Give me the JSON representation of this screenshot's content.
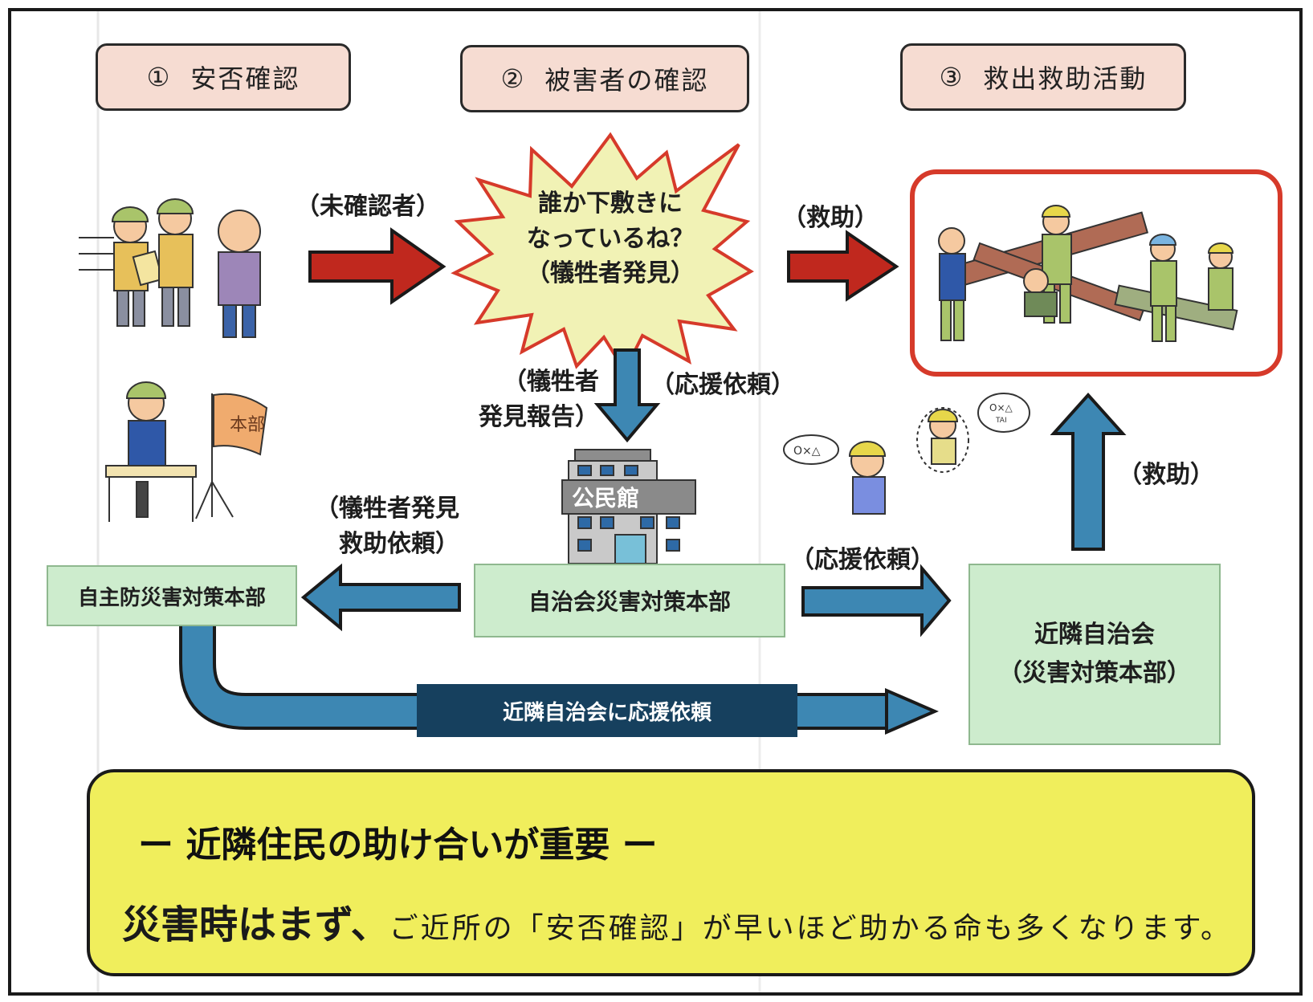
{
  "stages": [
    {
      "num": "①",
      "title": "安否確認"
    },
    {
      "num": "②",
      "title": "被害者の確認"
    },
    {
      "num": "③",
      "title": "救出救助活動"
    }
  ],
  "burst": {
    "line1": "誰か下敷きに",
    "line2": "なっているね？",
    "line3": "（犠牲者発見）"
  },
  "arrow_labels": {
    "unconfirmed": "（未確認者）",
    "rescue_top": "（救助）",
    "report_line1": "（犠牲者",
    "report_line2": "発見報告）",
    "support_request_top": "（応援依頼）",
    "rescue_request_line1": "（犠牲者発見",
    "rescue_request_line2": "救助依頼）",
    "support_request_mid": "（応援依頼）",
    "rescue_right": "（救助）"
  },
  "icons": {
    "flag_text": "本部",
    "building_sign": "公民館",
    "bubble_left": "O×△",
    "bubble_right": "O×△",
    "bubble_right_sub": "TAI"
  },
  "boxes": {
    "self_defense_hq": "自主防災害対策本部",
    "community_hq": "自治会災害対策本部",
    "neighbor_line1": "近隣自治会",
    "neighbor_line2": "（災害対策本部）",
    "banner": "近隣自治会に応援依頼"
  },
  "note": {
    "title": "ー 近隣住民の助け合いが重要 ー",
    "lead": "災害時はまず、",
    "body": "ご近所の「安否確認」が早いほど助かる命も多くなります。"
  },
  "colors": {
    "red_arrow": "#c0281e",
    "blue_arrow": "#3d87b3",
    "stage_fill": "#f6dcd2",
    "green_box": "#cdeccd",
    "note_fill": "#f0ee5c",
    "banner_fill": "#16405e",
    "burst_fill": "#f1f2b5",
    "burst_stroke": "#d63a2a"
  }
}
